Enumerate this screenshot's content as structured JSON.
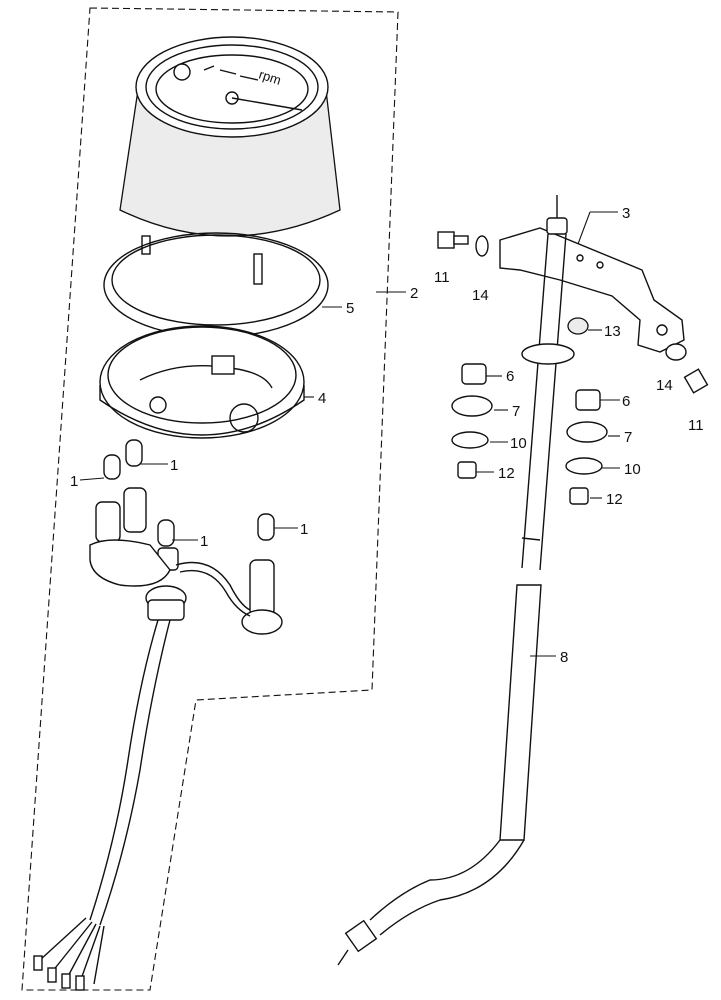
{
  "diagram": {
    "dial_text": "rpm",
    "callouts": {
      "c1a": "1",
      "c1b": "1",
      "c1c": "1",
      "c1d": "1",
      "c2": "2",
      "c3": "3",
      "c4": "4",
      "c5": "5",
      "c6a": "6",
      "c6b": "6",
      "c7a": "7",
      "c7b": "7",
      "c8": "8",
      "c10a": "10",
      "c10b": "10",
      "c11a": "11",
      "c11b": "11",
      "c12a": "12",
      "c12b": "12",
      "c13": "13",
      "c14a": "14",
      "c14b": "14"
    }
  }
}
